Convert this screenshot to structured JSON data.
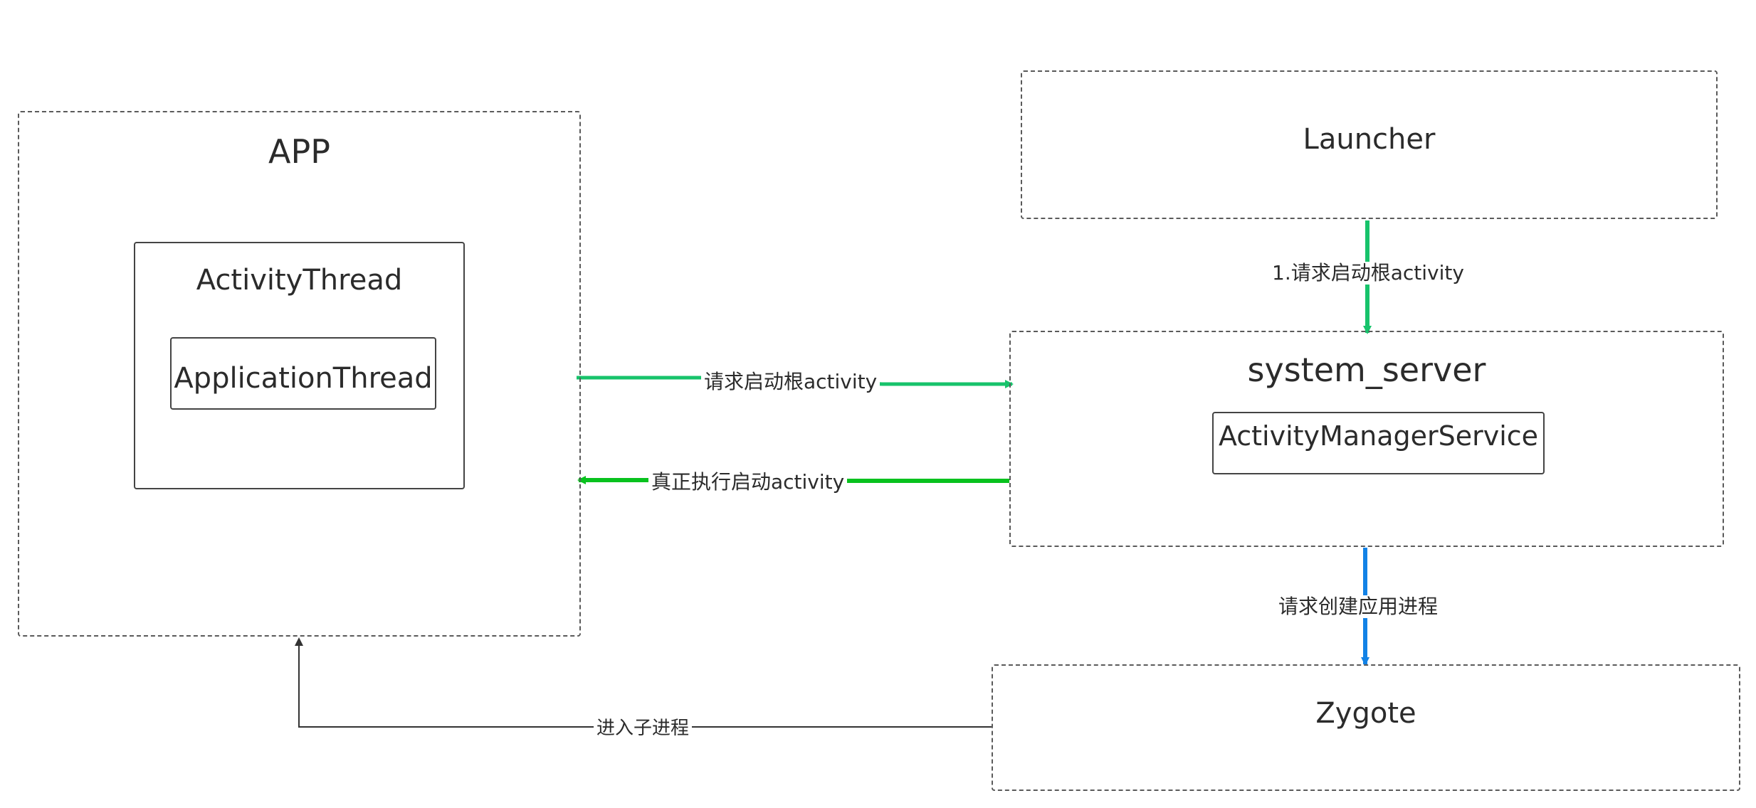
{
  "nodes": {
    "app": {
      "title": "APP"
    },
    "activity_thread": {
      "title": "ActivityThread"
    },
    "application_thread": {
      "title": "ApplicationThread"
    },
    "launcher": {
      "title": "Launcher"
    },
    "system_server": {
      "title": "system_server"
    },
    "activity_manager_service": {
      "title": "ActivityManagerService"
    },
    "zygote": {
      "title": "Zygote"
    }
  },
  "edges": {
    "launcher_to_system_server": {
      "label": "1.请求启动根activity",
      "color": "#17c36b"
    },
    "app_to_system_server": {
      "label": "请求启动根activity",
      "color": "#17c36b"
    },
    "system_server_to_app": {
      "label": "真正执行启动activity",
      "color": "#08c21e"
    },
    "system_server_to_zygote": {
      "label": "请求创建应用进程",
      "color": "#1282e6"
    },
    "zygote_to_app": {
      "label": "进入子进程",
      "color": "#333333"
    }
  }
}
